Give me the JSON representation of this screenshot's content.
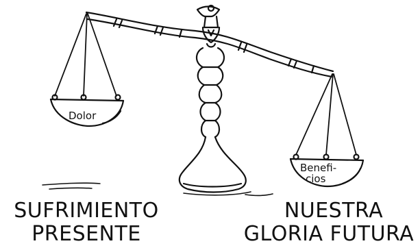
{
  "left_pan": {
    "label": "Dolor"
  },
  "right_pan": {
    "label_line1": "Benefi-",
    "label_line2": "cios"
  },
  "caption_left": {
    "line1": "SUFRIMIENTO",
    "line2": "PRESENTE"
  },
  "caption_right": {
    "line1": "NUESTRA",
    "line2": "GLORIA FUTURA"
  },
  "colors": {
    "ink": "#111111",
    "background": "#ffffff"
  }
}
